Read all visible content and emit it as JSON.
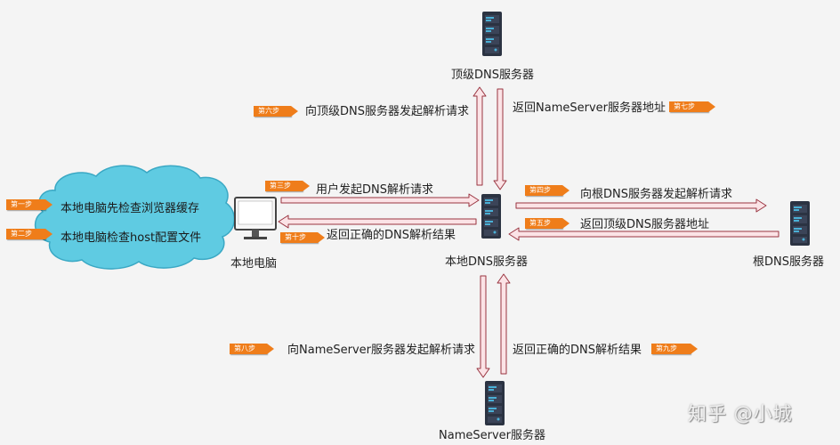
{
  "nodes": {
    "top_dns": "顶级DNS服务器",
    "local_dns": "本地DNS服务器",
    "root_dns": "根DNS服务器",
    "nameserver": "NameServer服务器",
    "local_pc": "本地电脑"
  },
  "cloud": {
    "step1_text": "本地电脑先检查浏览器缓存",
    "step2_text": "本地电脑检查host配置文件"
  },
  "steps": {
    "s1": "第一步",
    "s2": "第二步",
    "s3": "第三步",
    "s4": "第四步",
    "s5": "第五步",
    "s6": "第六步",
    "s7": "第七步",
    "s8": "第八步",
    "s9": "第九步",
    "s10": "第十步"
  },
  "arrows": {
    "a3": "用户发起DNS解析请求",
    "a10": "返回正确的DNS解析结果",
    "a4": "向根DNS服务器发起解析请求",
    "a5": "返回顶级DNS服务器地址",
    "a6": "向顶级DNS服务器发起解析请求",
    "a7": "返回NameServer服务器地址",
    "a8": "向NameServer服务器发起解析请求",
    "a9": "返回正确的DNS解析结果"
  },
  "colors": {
    "arrow_fill": "#fbe3e6",
    "arrow_stroke": "#9a3440",
    "tag": "#ef7d1a",
    "cloud": "#5fcbe2",
    "server_dark": "#2b3342",
    "server_light": "#4ab0d6"
  },
  "watermark": "知乎 @小城"
}
